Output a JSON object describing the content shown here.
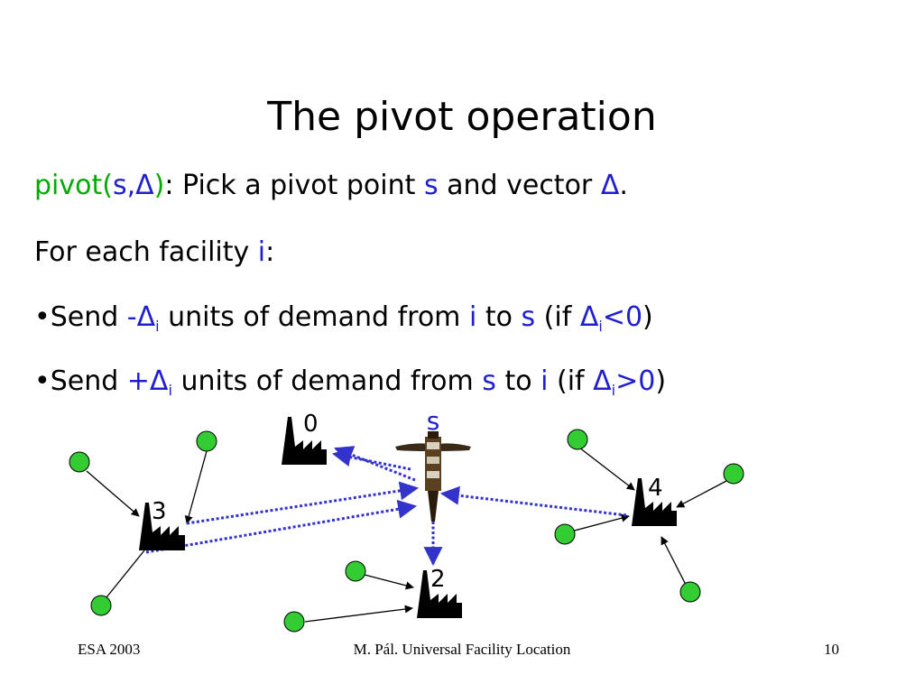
{
  "slide": {
    "title": "The pivot operation",
    "line1": {
      "pivot_prefix": "pivot(",
      "args": "s,Δ",
      "pivot_suffix": ")",
      "text_a": ": Pick a pivot point ",
      "s": "s",
      "text_b": " and vector ",
      "delta": "Δ",
      "end": "."
    },
    "line2": {
      "text": "For each facility ",
      "i": "i",
      "end": ":"
    },
    "bullet1": {
      "prefix": "•Send ",
      "neg_delta": "-Δ",
      "sub": "i",
      "text_a": " units of demand from ",
      "i": "i",
      "text_b": " to ",
      "s": "s",
      "text_c": " (if ",
      "delta": "Δ",
      "sub2": "i",
      "cond": "<0",
      "end": ")"
    },
    "bullet2": {
      "prefix": "•Send ",
      "pos_delta": "+Δ",
      "sub": "i",
      "text_a": " units of demand from ",
      "s": "s",
      "text_b": " to ",
      "i": "i",
      "text_c": " (if ",
      "delta": "Δ",
      "sub2": "i",
      "cond": ">0",
      "end": ")"
    }
  },
  "diagram": {
    "pivot_label": "s",
    "facilities": [
      "0",
      "2",
      "3",
      "4"
    ]
  },
  "footer": {
    "left": "ESA 2003",
    "center": "M. Pál. Universal Facility Location",
    "page": "10"
  },
  "colors": {
    "client_green": "#33cc33",
    "arrow_blue": "#3333cc",
    "text_green": "#00aa00",
    "text_blue": "#1f1fd0"
  }
}
